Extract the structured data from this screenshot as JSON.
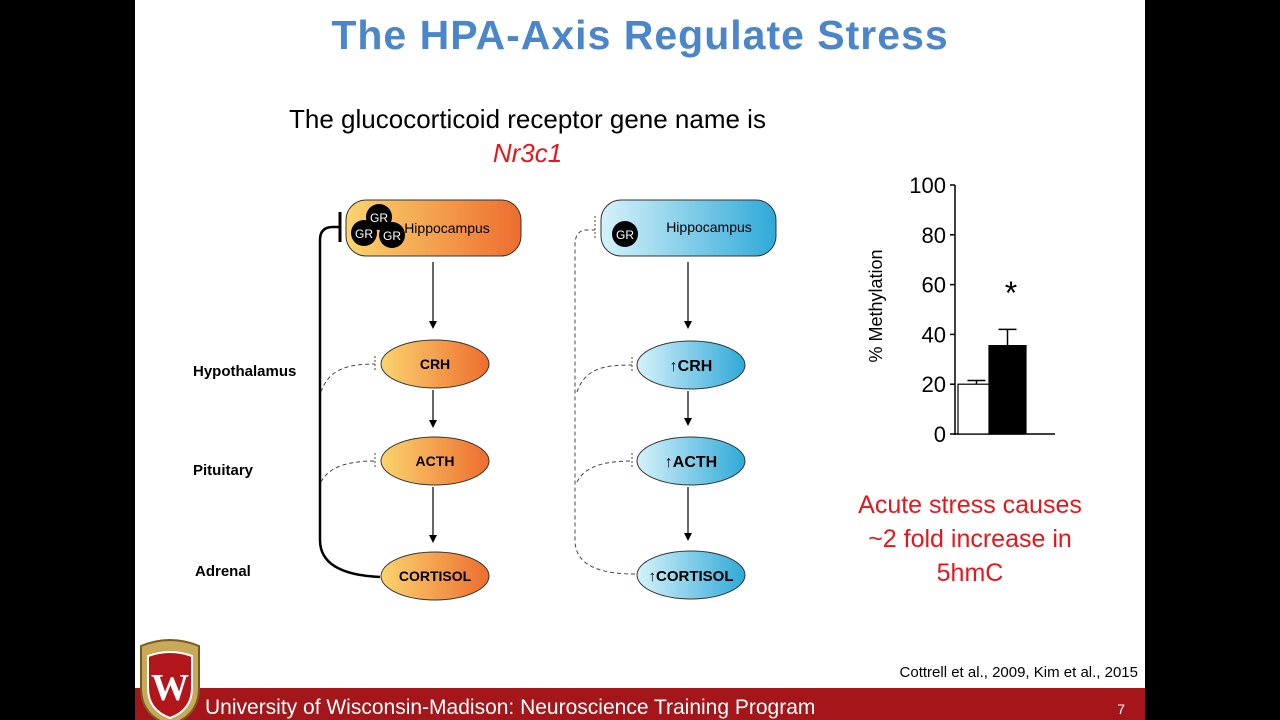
{
  "title": "The HPA-Axis Regulate Stress",
  "subtitle": {
    "line1": "The glucocorticoid receptor gene name is",
    "gene": "Nr3c1"
  },
  "row_labels": {
    "hypothalamus": "Hypothalamus",
    "pituitary": "Pituitary",
    "adrenal": "Adrenal"
  },
  "left_pathway": {
    "top": "Hippocampus",
    "receptor": "GR",
    "nodes": [
      "CRH",
      "ACTH",
      "CORTISOL"
    ],
    "fill_colors": [
      "#fbd46e",
      "#ed6d2f"
    ]
  },
  "right_pathway": {
    "top": "Hippocampus",
    "receptor": "GR",
    "nodes": [
      "↑CRH",
      "↑ACTH",
      "↑CORTISOL"
    ],
    "fill_colors": [
      "#d6f2fa",
      "#2fa9d8"
    ]
  },
  "chart_data": {
    "type": "bar",
    "ylabel": "% Methylation",
    "ylim": [
      0,
      100
    ],
    "yticks": [
      0,
      20,
      40,
      60,
      80,
      100
    ],
    "series": [
      {
        "values": [
          20,
          35.5
        ],
        "errors": [
          1.5,
          6.5
        ]
      }
    ],
    "bar_colors": [
      "#ffffff",
      "#000000"
    ],
    "annotation": "*"
  },
  "note": {
    "line1": "Acute stress causes",
    "line2": "~2 fold increase in",
    "line3": "5hmC"
  },
  "citation": "Cottrell et al., 2009, Kim et al., 2015",
  "footer": {
    "text": "University of Wisconsin-Madison: Neuroscience Training Program",
    "page": "7"
  },
  "colors": {
    "title": "#4a86c9",
    "red": "#e8161b",
    "footer": "#a4161a"
  },
  "logo_icon": "uw-crest-icon"
}
